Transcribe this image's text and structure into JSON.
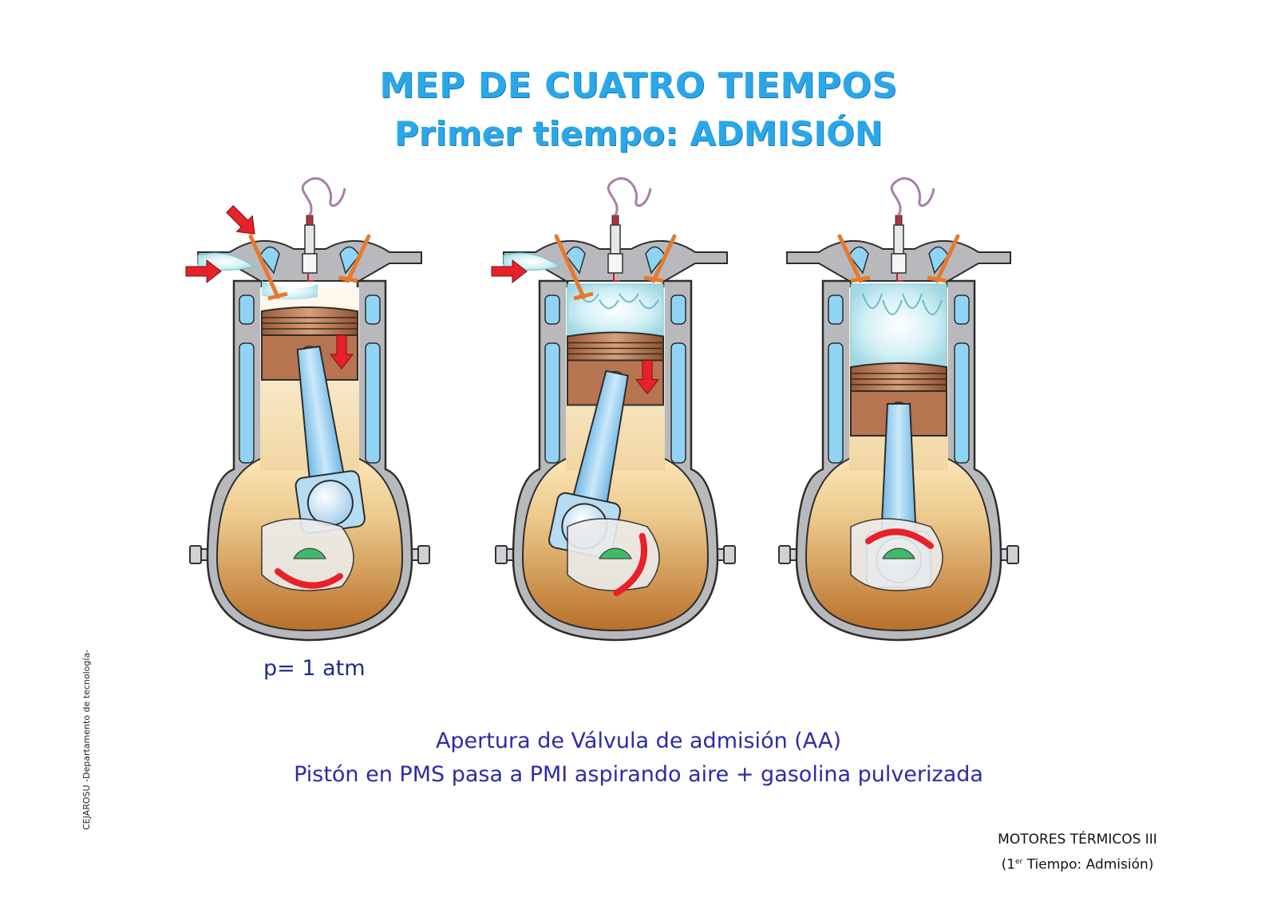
{
  "title": {
    "line1": "MEP DE CUATRO TIEMPOS",
    "line2": "Primer tiempo: ADMISIÓN"
  },
  "pressure_label": "p= 1 atm",
  "caption": {
    "line1": "Apertura de Válvula de admisión (AA)",
    "line2": "Pistón en PMS pasa a PMI aspirando aire + gasolina pulverizada"
  },
  "side_credit": "CEJAROSU -Departamento de tecnología-",
  "footer": {
    "line1": "MOTORES TÉRMICOS III",
    "num": "1",
    "sup": "er",
    "rest": " Tiempo: Admisión)"
  },
  "colors": {
    "title": "#2aa7e8",
    "text": "#2c2ba8",
    "arrow": "#e8202a",
    "wall": "#b7b9bd",
    "coolant": "#8fd4f5",
    "valve": "#e8792a",
    "piston": "#b06a45",
    "rod": "#8ec9ec",
    "crankcase": "#c98a3c"
  },
  "engines": [
    {
      "piston_drop": 0.0,
      "rod_angle": -8,
      "crank_angle": 90,
      "intake_arrows": 2,
      "mixture": "entering"
    },
    {
      "piston_drop": 0.45,
      "rod_angle": 12,
      "crank_angle": 20,
      "intake_arrows": 1,
      "mixture": "filling"
    },
    {
      "piston_drop": 1.0,
      "rod_angle": 0,
      "crank_angle": -90,
      "intake_arrows": 0,
      "mixture": "full"
    }
  ]
}
